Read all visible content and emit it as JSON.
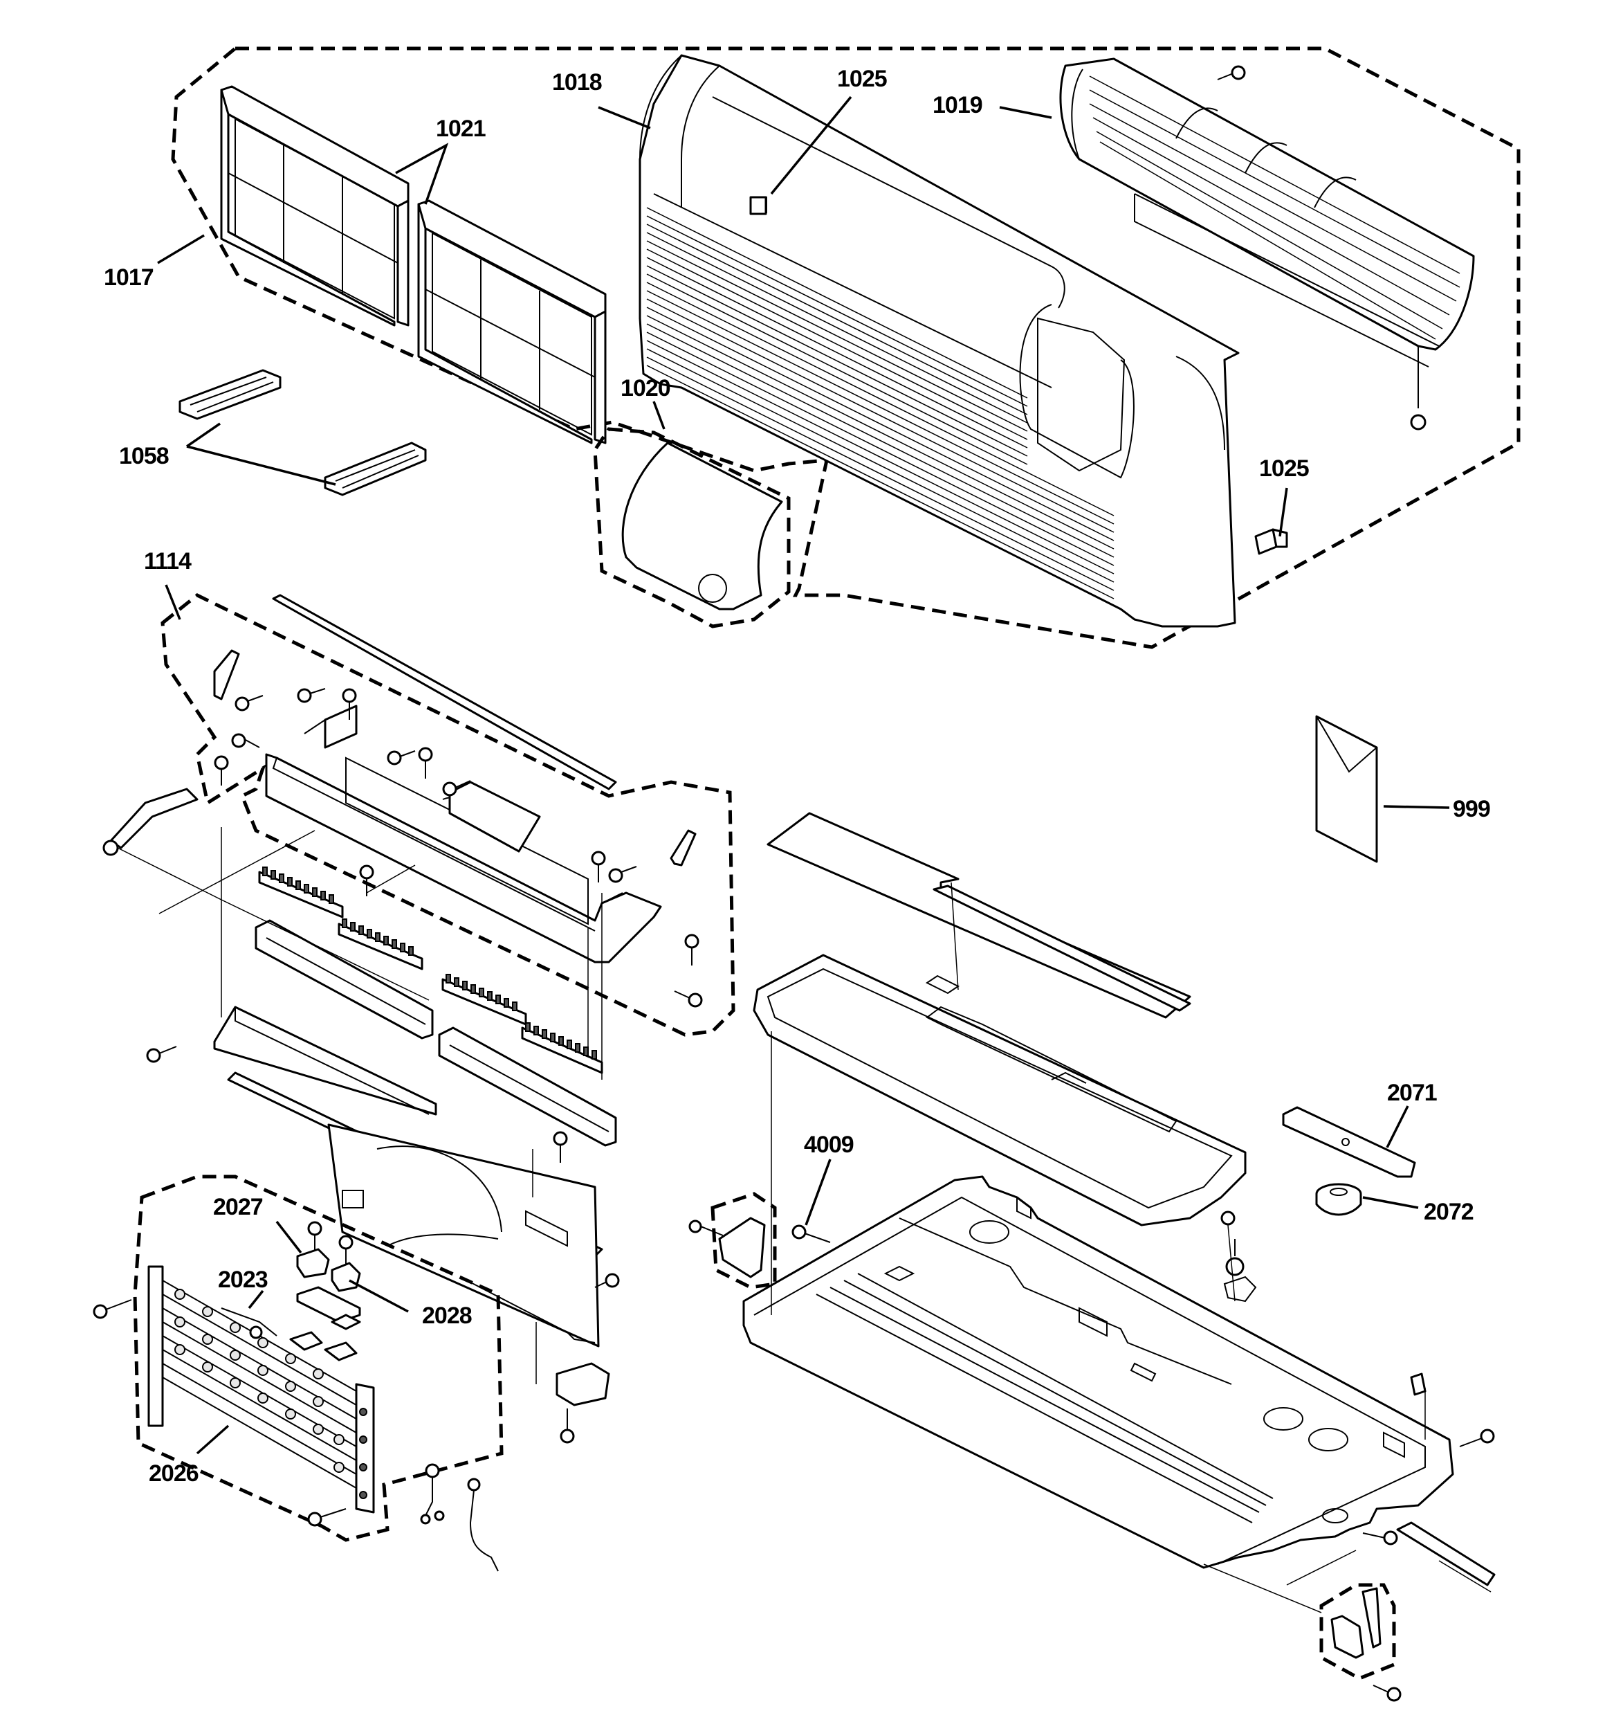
{
  "callouts": {
    "c1017": "1017",
    "c1018": "1018",
    "c1019": "1019",
    "c1020": "1020",
    "c1021": "1021",
    "c1025a": "1025",
    "c1025b": "1025",
    "c1058": "1058",
    "c1114": "1114",
    "c999": "999",
    "c2071": "2071",
    "c2072": "2072",
    "c4009": "4009",
    "c2027": "2027",
    "c2023": "2023",
    "c2028": "2028",
    "c2026": "2026"
  }
}
